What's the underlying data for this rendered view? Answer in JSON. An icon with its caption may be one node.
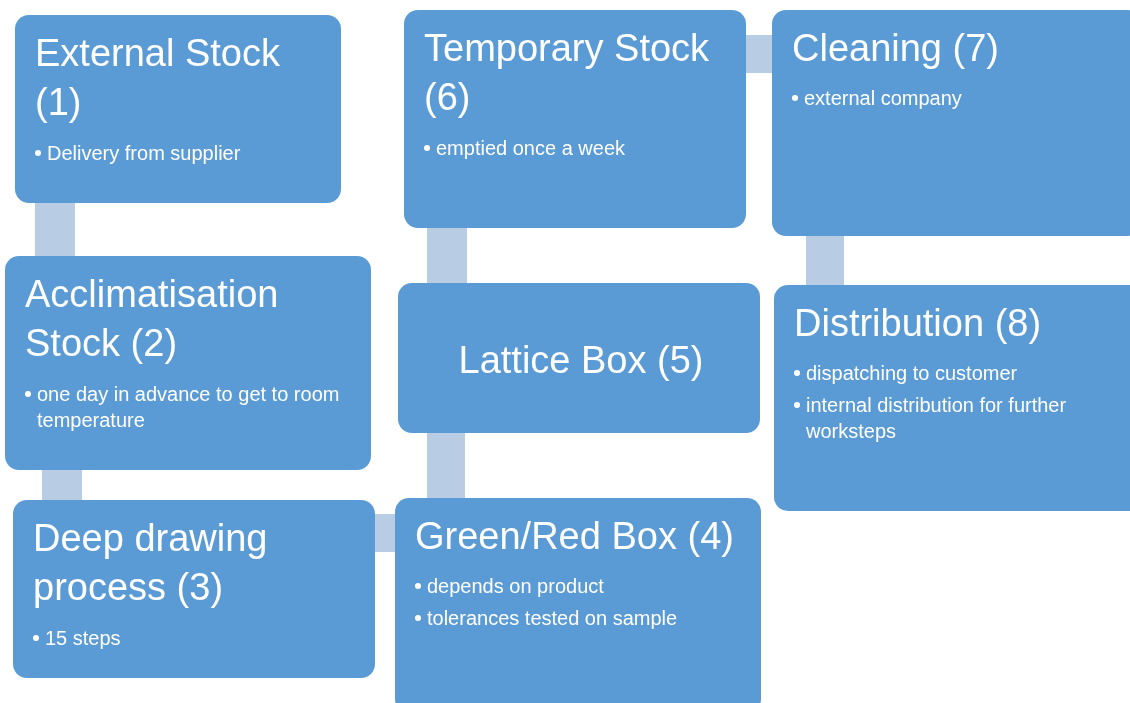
{
  "diagram": {
    "nodes": [
      {
        "text": [
          "External Stock (1)",
          "Delivery from supplier"
        ]
      },
      {
        "text": [
          "Acclimatisation Stock (2)",
          "one day in advance to get to room temperature"
        ]
      },
      {
        "text": [
          "Deep drawing process (3)",
          "15 steps"
        ]
      },
      {
        "text": [
          "Green/Red Box (4)",
          "depends on product",
          "tolerances tested on sample"
        ]
      },
      {
        "text": [
          "Lattice Box (5)"
        ]
      },
      {
        "text": [
          "Temporary Stock (6)",
          "emptied once a week"
        ]
      },
      {
        "text": [
          "Cleaning (7)",
          "external company"
        ]
      },
      {
        "text": [
          "Distribution (8)",
          "dispatching to customer",
          "internal distribution for further worksteps"
        ]
      }
    ],
    "edges": [
      {
        "from": 0,
        "to": 1,
        "arrow": "none"
      },
      {
        "from": 1,
        "to": 2,
        "arrow": "none"
      },
      {
        "from": 2,
        "to": 3,
        "arrow": "none"
      },
      {
        "from": 3,
        "to": 4,
        "arrow": "none"
      },
      {
        "from": 4,
        "to": 5,
        "arrow": "none"
      },
      {
        "from": 5,
        "to": 6,
        "arrow": "none"
      },
      {
        "from": 6,
        "to": 7,
        "arrow": "none"
      }
    ]
  }
}
